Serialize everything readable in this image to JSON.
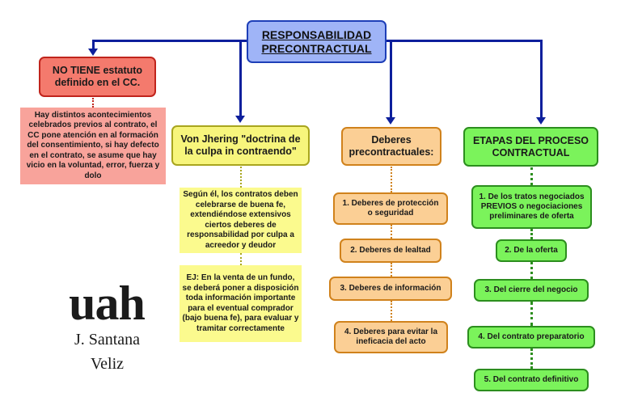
{
  "root": {
    "line1": "RESPONSABILIDAD",
    "line2": "PRECONTRACTUAL"
  },
  "branches": {
    "estatuto": {
      "title_bold": "NO TIENE",
      "title_rest": " estatuto definido en el CC.",
      "note": "Hay distintos acontecimientos celebrados previos al contrato, el CC pone atención en al formación del consentimiento, si hay defecto en el contrato, se asume que hay vicio en la voluntad, error, fuerza y dolo"
    },
    "jhering": {
      "title": "Von Jhering \"doctrina de la culpa in contraendo\"",
      "notes": [
        "Según él, los contratos deben celebrarse de buena fe, extendiéndose extensivos ciertos deberes de responsabilidad por culpa a acreedor y deudor",
        "EJ: En la venta de un fundo, se deberá poner a disposición toda información importante para el eventual comprador (bajo buena fe), para evaluar y tramitar correctamente"
      ]
    },
    "deberes": {
      "title": "Deberes precontractuales:",
      "items": [
        "1. Deberes de protección o seguridad",
        "2. Deberes de lealtad",
        "3. Deberes de información",
        "4. Deberes para evitar la ineficacia del acto"
      ]
    },
    "etapas": {
      "title": "ETAPAS DEL PROCESO CONTRACTUAL",
      "items": [
        "1. De los tratos negociados PREVIOS o negociaciones preliminares de oferta",
        "2. De la oferta",
        "3. Del cierre del negocio",
        "4. Del contrato preparatorio",
        "5. Del contrato definitivo"
      ]
    }
  },
  "logo": {
    "text": "uah",
    "author_line1": "J. Santana",
    "author_line2": "Veliz"
  },
  "colors": {
    "connector": "#0d1f9c",
    "root": "#9fb4f7",
    "red": "#f47a6d",
    "yellow": "#f7f57c",
    "orange": "#fbcf95",
    "green": "#7bf35b"
  }
}
